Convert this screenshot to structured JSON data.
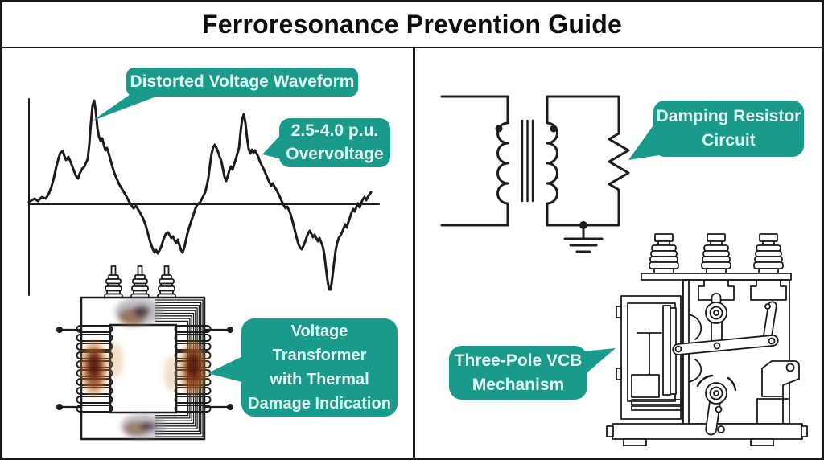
{
  "title": "Ferroresonance Prevention Guide",
  "colors": {
    "callout_background": "#1A9A8A",
    "callout_text": "#E3F8F4",
    "line_art": "#1C1C1C",
    "page_background": "#FFFFFF",
    "frame_border": "#1A1A1A",
    "thermal_hot": "#8A2F15",
    "thermal_glow": "#C87F35",
    "thermal_soot": "#8F8696"
  },
  "panels": {
    "waveform": {
      "callout_distorted": {
        "line1": "Distorted Voltage Waveform"
      },
      "callout_overvoltage": {
        "line1": "2.5-4.0 p.u.",
        "line2": "Overvoltage"
      }
    },
    "damping_circuit": {
      "callout": {
        "line1": "Damping Resistor",
        "line2": "Circuit"
      }
    },
    "voltage_transformer": {
      "callout": {
        "line1": "Voltage",
        "line2": "Transformer",
        "line3": "with Thermal",
        "line4": "Damage Indication"
      }
    },
    "vcb": {
      "callout": {
        "line1": "Three-Pole VCB",
        "line2": "Mechanism"
      }
    }
  }
}
